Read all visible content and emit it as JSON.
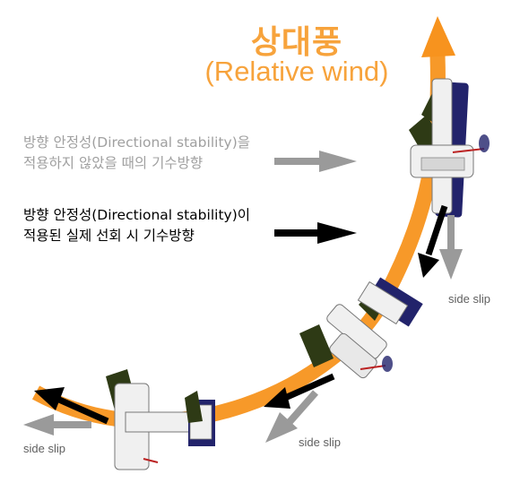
{
  "title": {
    "korean": "상대풍",
    "english": "(Relative wind)"
  },
  "legend": {
    "no_stability": {
      "line1": "방향 안정성(Directional stability)을",
      "line2": "적용하지 않았을 때의 기수방향"
    },
    "with_stability": {
      "line1": "방향 안정성(Directional stability)이",
      "line2": "적용된 실제 선회 시 기수방향"
    }
  },
  "side_slip_labels": [
    "side slip",
    "side slip",
    "side slip"
  ],
  "colors": {
    "relative_wind": "#f7931e",
    "title": "#f7a33c",
    "legend_gray": "#a0a0a0",
    "arrow_gray": "#9a9a9a",
    "arrow_black": "#000000",
    "aircraft_body": "#f0f0f0",
    "aircraft_blue": "#22236b",
    "aircraft_shadow": "#2e3a15"
  }
}
